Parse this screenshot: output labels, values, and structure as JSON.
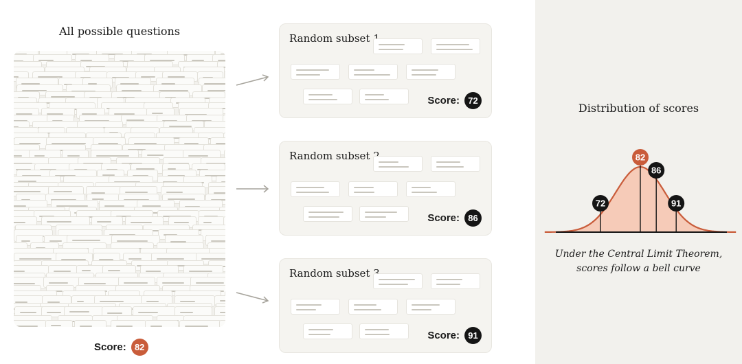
{
  "pool": {
    "title": "All possible questions",
    "score_label": "Score:",
    "score_value": "82"
  },
  "subsets": [
    {
      "title": "Random subset 1",
      "score_label": "Score:",
      "score_value": "72"
    },
    {
      "title": "Random subset 2",
      "score_label": "Score:",
      "score_value": "86"
    },
    {
      "title": "Random subset 3",
      "score_label": "Score:",
      "score_value": "91"
    }
  ],
  "distribution": {
    "title": "Distribution of scores",
    "caption_line1": "Under the Central Limit Theorem,",
    "caption_line2": "scores follow a bell curve",
    "scores": [
      {
        "value": 72,
        "label": "72",
        "color": "#151515"
      },
      {
        "value": 82,
        "label": "82",
        "color": "#c95c3a"
      },
      {
        "value": 86,
        "label": "86",
        "color": "#151515"
      },
      {
        "value": 91,
        "label": "91",
        "color": "#151515"
      }
    ]
  },
  "colors": {
    "accent": "#c95c3a",
    "curve_fill": "#f6cbb8",
    "panel_bg": "#f2f1ed",
    "badge_dark": "#151515"
  }
}
